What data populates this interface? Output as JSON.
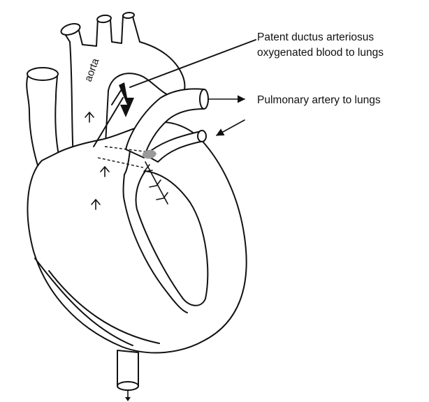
{
  "labels": {
    "ductus_line1": "Patent ductus arteriosus",
    "ductus_line2": "oxygenated blood to lungs",
    "pulmonary": "Pulmonary artery to lungs",
    "aorta": "aorta"
  },
  "colors": {
    "stroke": "#111111",
    "fill": "#ffffff",
    "valve": "#9a9a9a"
  }
}
